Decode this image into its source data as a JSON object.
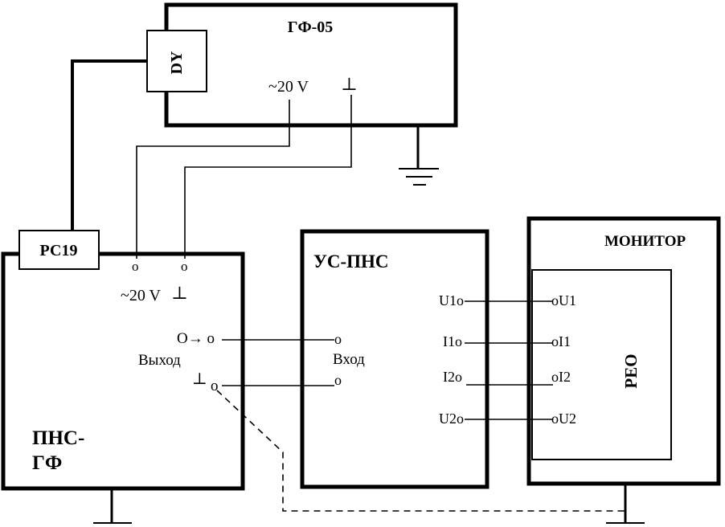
{
  "gf05": {
    "title": "ГФ-05",
    "dy": "DY",
    "v20": "~20 V",
    "gnd": "⊥"
  },
  "pnsgf": {
    "rc": "РС19",
    "top_o1": "o",
    "top_o2": "o",
    "v20": "~20 V",
    "gnd": "⊥",
    "out_o": "O→ o",
    "out_label": "Выход",
    "out_gnd": "⊥",
    "out_gnd_o": "o",
    "title1": "ПНС-",
    "title2": "ГФ"
  },
  "uspns": {
    "title": "УС-ПНС",
    "in_o1": "o",
    "in_label": "Вход",
    "in_o2": "o",
    "u1": "U1o",
    "i1": "I1o",
    "i2": "I2o",
    "u2": "U2o"
  },
  "monitor": {
    "title": "МОНИТОР",
    "u1": "oU1",
    "i1": "oI1",
    "i2": "oI2",
    "u2": "oU2",
    "reo": "РЕО"
  }
}
